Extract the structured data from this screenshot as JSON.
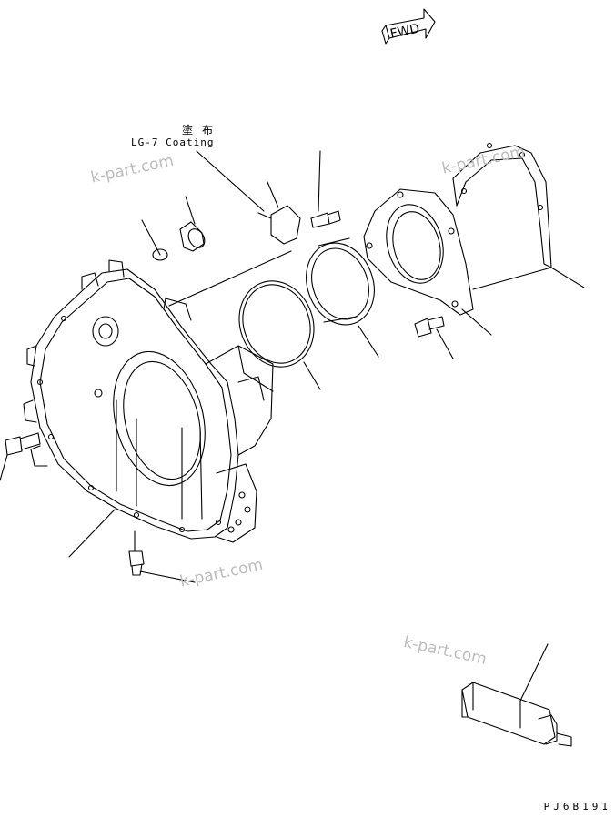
{
  "diagram": {
    "fwd_label": "FWD",
    "coating_label_jp": "塗布",
    "coating_label_en": "LG-7 Coating",
    "figure_code": "PJ6B191",
    "watermark": "k-part.com"
  },
  "colors": {
    "line": "#000000",
    "watermark": "#bcbcbc",
    "background": "#ffffff"
  },
  "icons": [
    "fwd-arrow-icon"
  ]
}
